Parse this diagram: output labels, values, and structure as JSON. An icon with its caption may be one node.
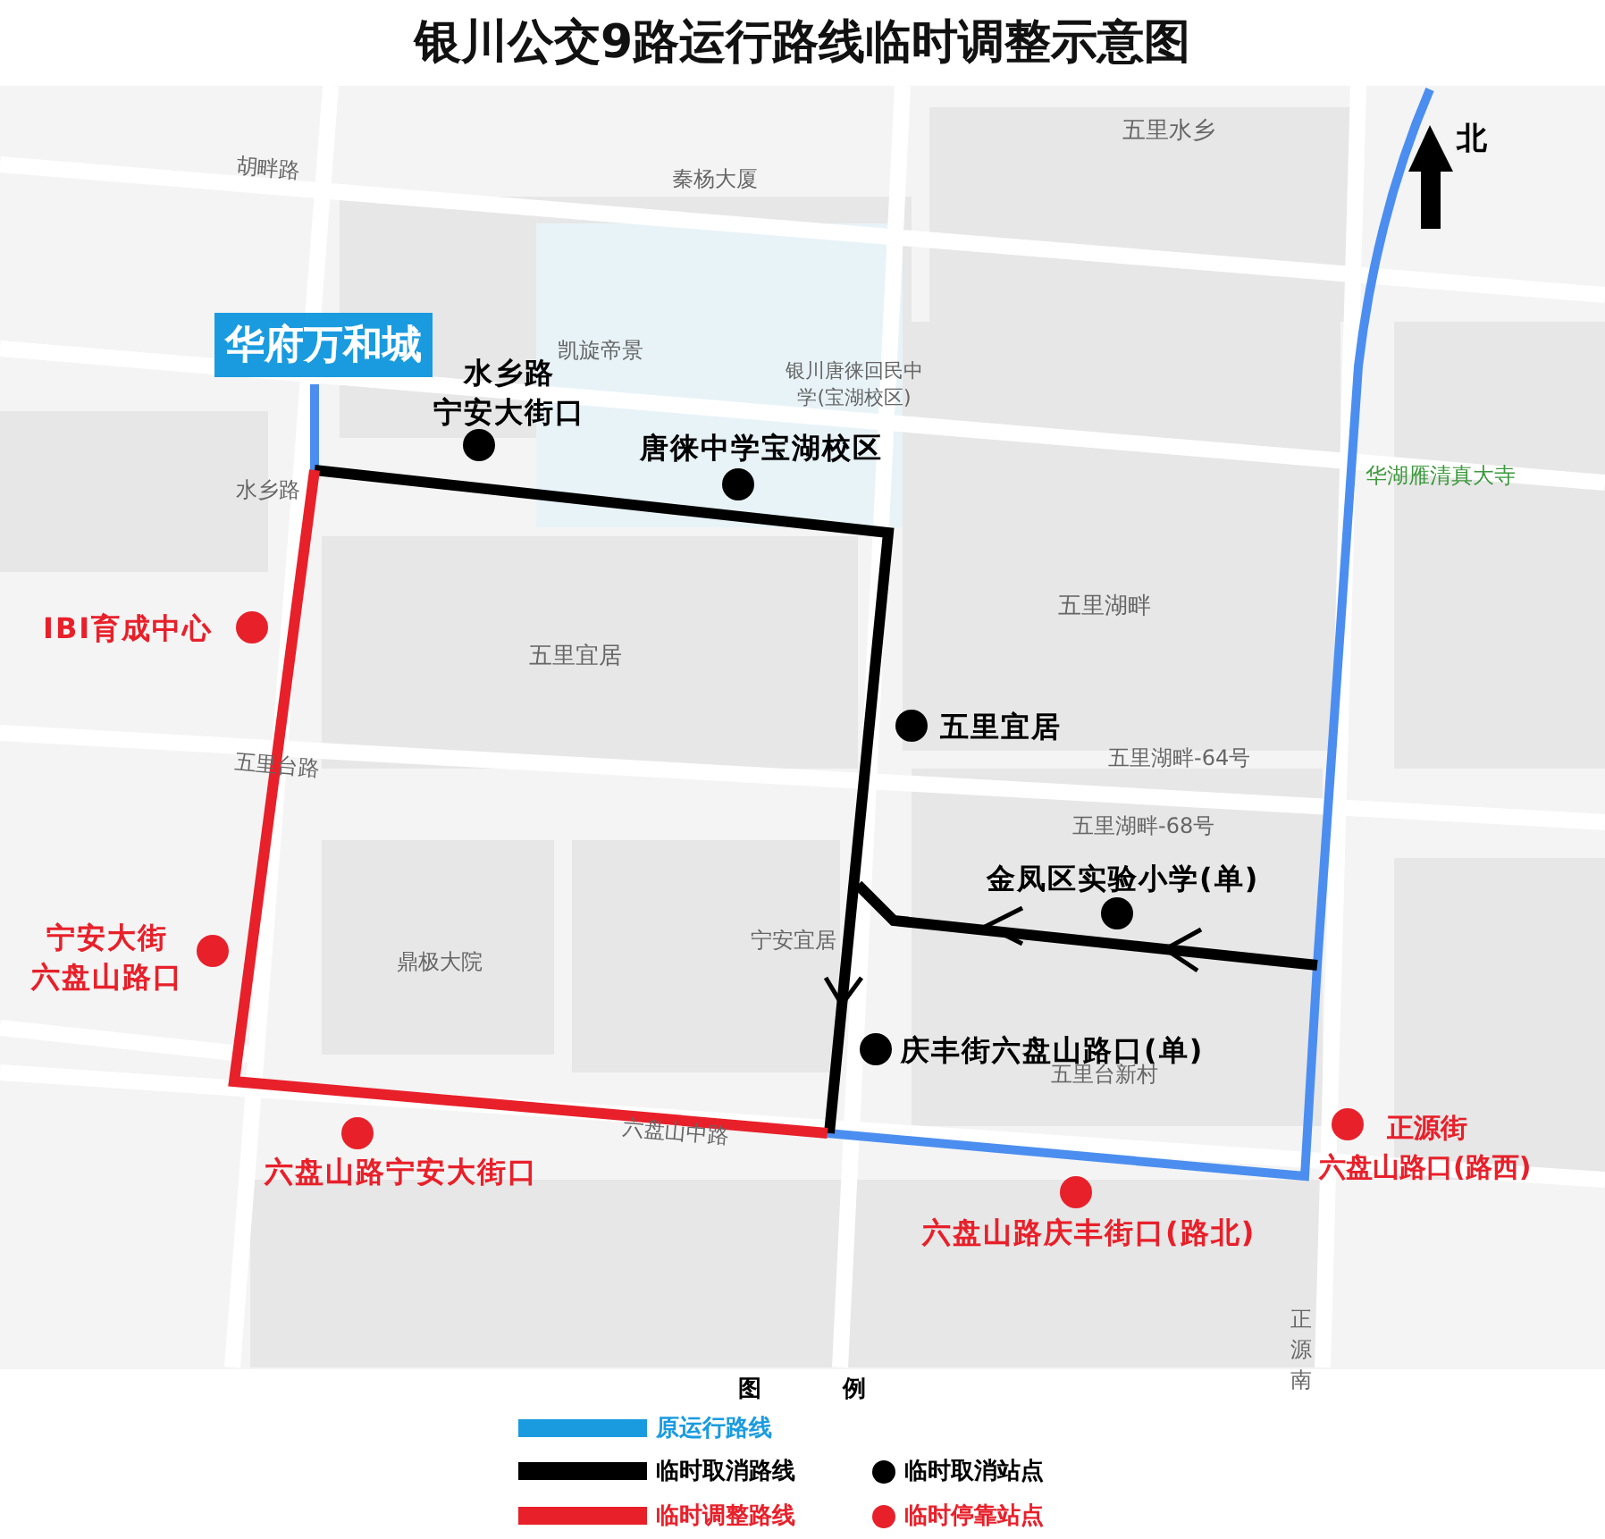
{
  "diagram": {
    "title": "银川公交9路运行路线临时调整示意图",
    "nodes": [
      {
        "text": [
          "华府万和城"
        ]
      },
      {
        "text": [
          "水乡路宁安大街口"
        ]
      },
      {
        "text": [
          "唐徕中学宝湖校区"
        ]
      },
      {
        "text": [
          "五里宜居"
        ]
      },
      {
        "text": [
          "金凤区实验小学(单)"
        ]
      },
      {
        "text": [
          "庆丰街六盘山路口(单)"
        ]
      },
      {
        "text": [
          "IBI育成中心"
        ]
      },
      {
        "text": [
          "宁安大街六盘山路口"
        ]
      },
      {
        "text": [
          "六盘山路宁安大街口"
        ]
      },
      {
        "text": [
          "六盘山路庆丰街口(路北)"
        ]
      },
      {
        "text": [
          "正源街六盘山路口(路西)"
        ]
      }
    ],
    "edges": [],
    "labels": [
      "五里水乡",
      "北",
      "胡畔路",
      "秦杨大厦",
      "凯旋帝景",
      "银川唐徕回民中学(宝湖校区)",
      "华湖雁清真大寺",
      "水乡路",
      "五里湖畔",
      "五里宜居",
      "五里台路",
      "五里湖畔-64号",
      "五里湖畔-68号",
      "鼎极大院",
      "宁安宜居",
      "五里台新村",
      "六盘山中路",
      "正源南",
      "图 例"
    ],
    "legend": [
      {
        "text": "原运行路线"
      },
      {
        "text": "临时取消路线"
      },
      {
        "text": "临时取消站点"
      },
      {
        "text": "临时调整路线"
      },
      {
        "text": "临时停靠站点"
      }
    ]
  }
}
